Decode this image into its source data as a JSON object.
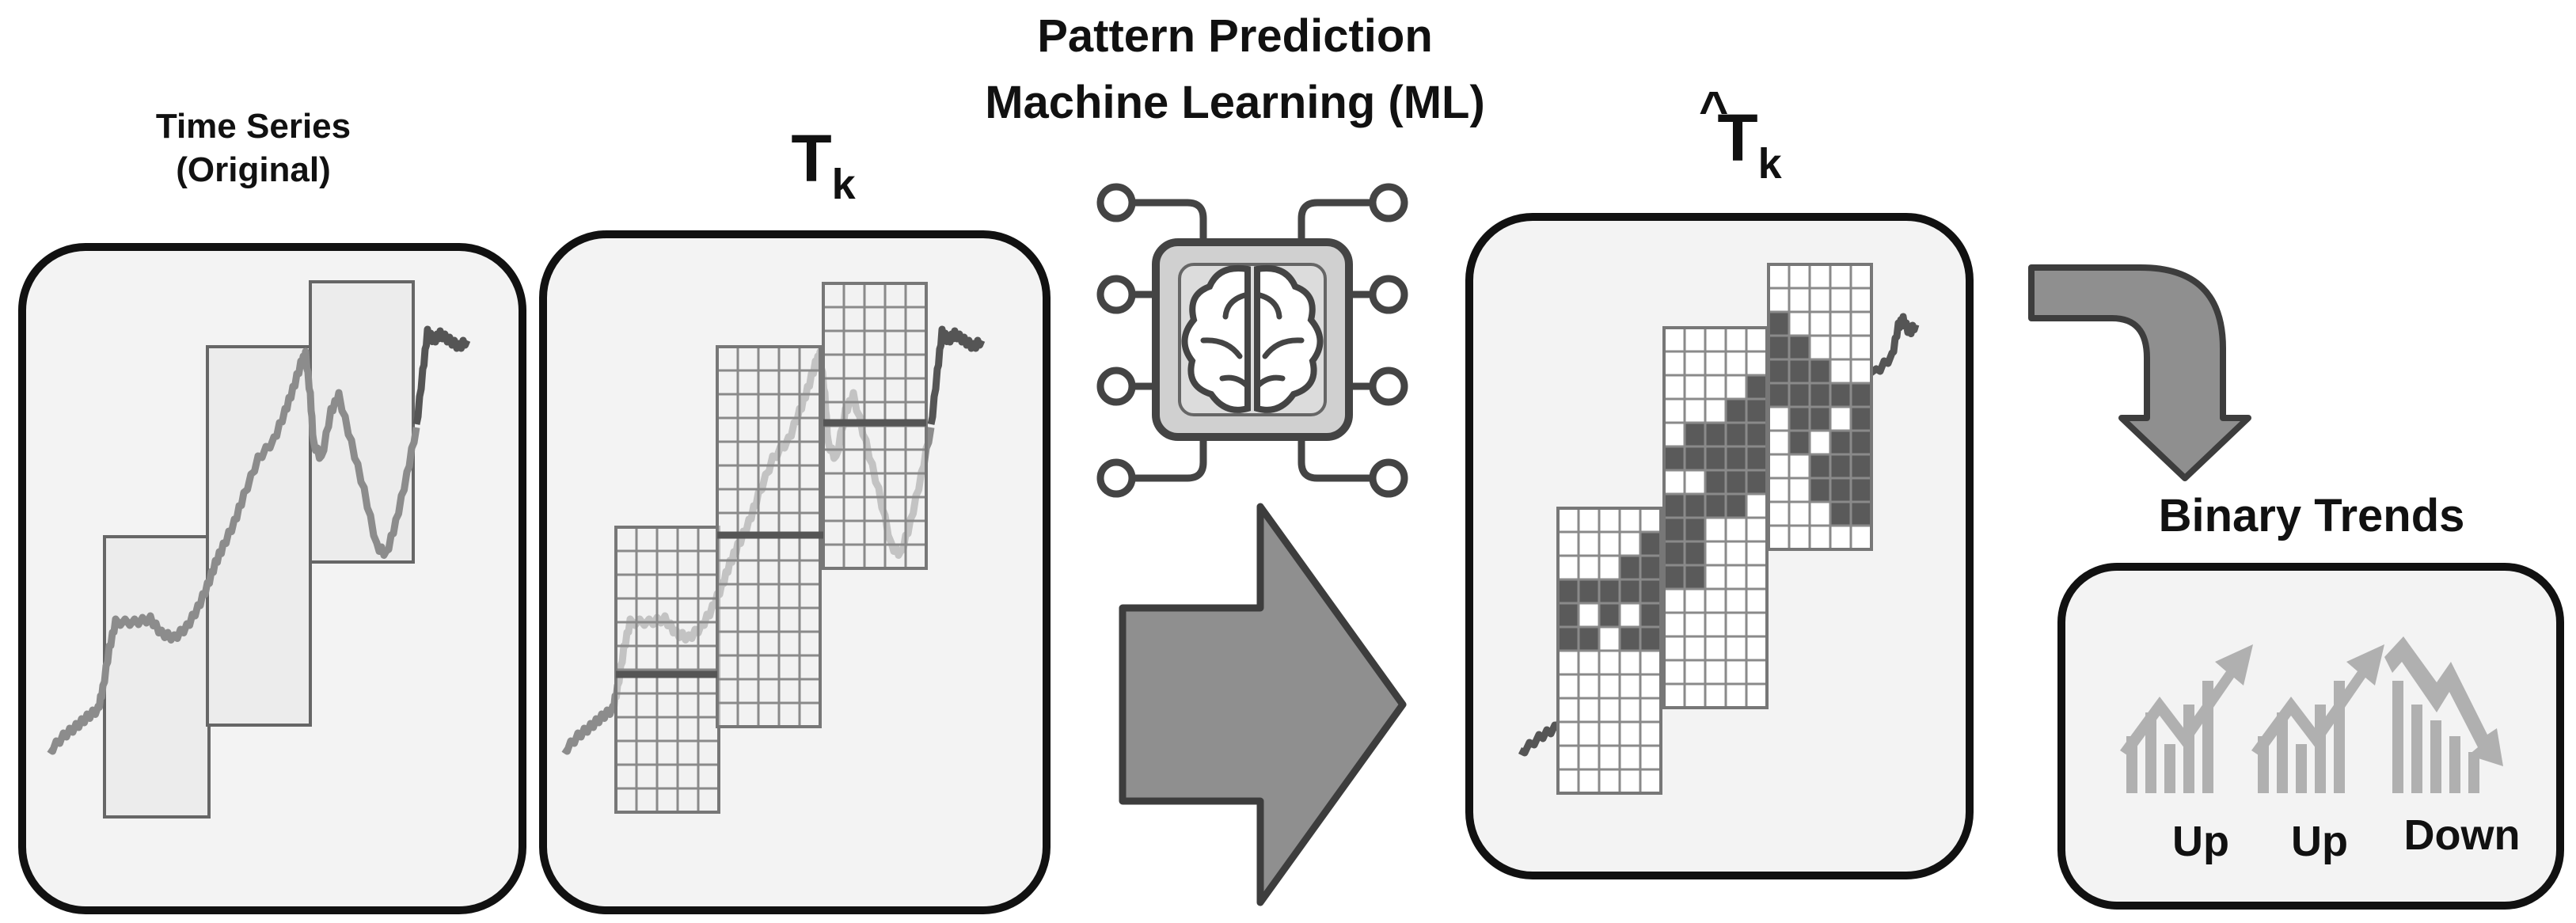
{
  "labels": {
    "original_line1": "Time Series",
    "original_line2": "(Original)",
    "tk_main": "T",
    "tk_sub": "k",
    "ml_line1": "Pattern Prediction",
    "ml_line2": "Machine Learning (ML)",
    "that_hat": "^",
    "that_main": "T",
    "that_sub": "k",
    "binary_title": "Binary Trends",
    "trend_1": "Up",
    "trend_2": "Up",
    "trend_3": "Down"
  },
  "colors": {
    "panel_fill": "#f3f3f3",
    "panel_border": "#111111",
    "series_line": "#8c8c8c",
    "series_dark": "#555555",
    "grid": "#8a8a8a",
    "filled_cell": "#5a5a5a",
    "arrow_fill": "#8f8f8f",
    "arrow_stroke": "#3d3d3d"
  },
  "icons": [
    "brain-chip-icon",
    "right-arrow-icon",
    "curved-down-arrow-icon",
    "trend-up-icon",
    "trend-up-icon",
    "trend-down-icon"
  ]
}
